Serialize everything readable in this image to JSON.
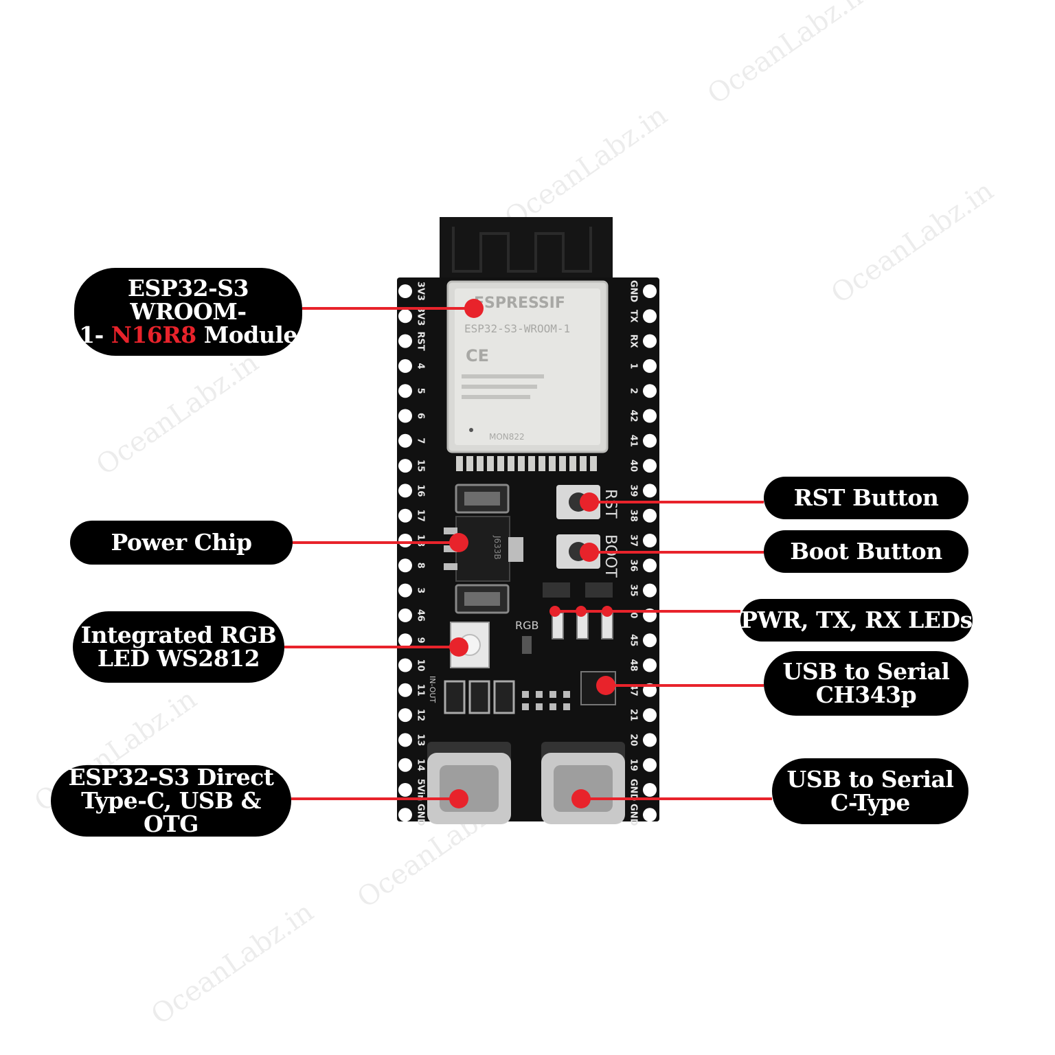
{
  "watermark": "OceanLabz.in",
  "colors": {
    "accent": "#e8232b",
    "label_bg": "#000000",
    "label_text": "#ffffff",
    "board": "#101010"
  },
  "board": {
    "module": {
      "brand": "ESPRESSIF",
      "model": "ESP32-S3-WROOM-1",
      "mark": "CE",
      "code": "MON822"
    },
    "left_pins": [
      "3V3",
      "3V3",
      "RST",
      "4",
      "5",
      "6",
      "7",
      "15",
      "16",
      "17",
      "18",
      "8",
      "3",
      "46",
      "9",
      "10",
      "11",
      "12",
      "13",
      "14",
      "5Vin",
      "GND"
    ],
    "right_pins": [
      "GND",
      "TX",
      "RX",
      "1",
      "2",
      "42",
      "41",
      "40",
      "39",
      "38",
      "37",
      "36",
      "35",
      "0",
      "45",
      "48",
      "47",
      "21",
      "20",
      "19",
      "GND",
      "GND"
    ],
    "silk": {
      "rst": "RST",
      "boot": "BOOT",
      "rgb": "RGB",
      "in_out": "IN-OUT",
      "regulator": "J633B"
    }
  },
  "labels": {
    "module_line1": "ESP32-S3 WROOM-",
    "module_line2_pre": "1- ",
    "module_line2_hl": "N16R8",
    "module_line2_post": " Module",
    "power_chip": "Power Chip",
    "rgb_line1": "Integrated RGB",
    "rgb_line2": "LED WS2812",
    "direct_line1": "ESP32-S3 Direct",
    "direct_line2": "Type-C, USB & OTG",
    "rst_button": "RST Button",
    "boot_button": "Boot Button",
    "leds": "PWR, TX, RX LEDs",
    "usb_serial_line1": "USB to Serial",
    "usb_serial_line2": "CH343p",
    "usb_ctype_line1": "USB to Serial",
    "usb_ctype_line2": "C-Type"
  }
}
